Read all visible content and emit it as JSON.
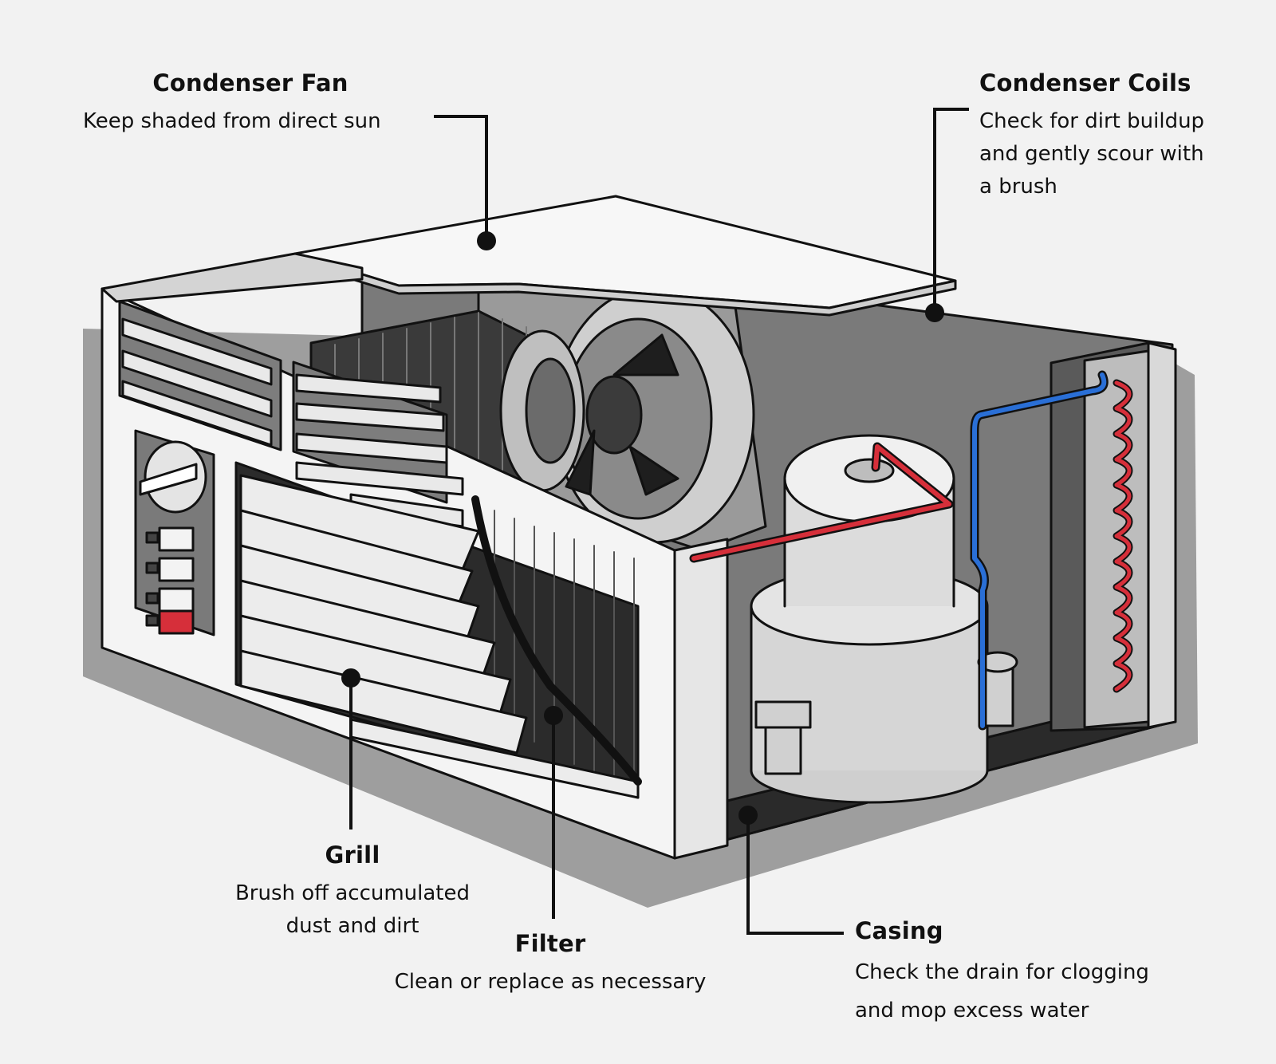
{
  "callouts": {
    "condenser_fan": {
      "title": "Condenser Fan",
      "desc": [
        "Keep shaded from direct sun"
      ]
    },
    "condenser_coils": {
      "title": "Condenser Coils",
      "desc": [
        "Check for dirt buildup",
        "and gently scour with",
        "a brush"
      ]
    },
    "grill": {
      "title": "Grill",
      "desc": [
        "Brush off accumulated",
        "dust and dirt"
      ]
    },
    "filter": {
      "title": "Filter",
      "desc": [
        "Clean or replace as necessary"
      ]
    },
    "casing": {
      "title": "Casing",
      "desc": [
        "Check the drain for clogging",
        "and mop excess water"
      ]
    }
  },
  "colors": {
    "background": "#f2f2f2",
    "refrigerant_hot": "#d62f3a",
    "refrigerant_cold": "#2a6fd6",
    "outline": "#111111"
  }
}
